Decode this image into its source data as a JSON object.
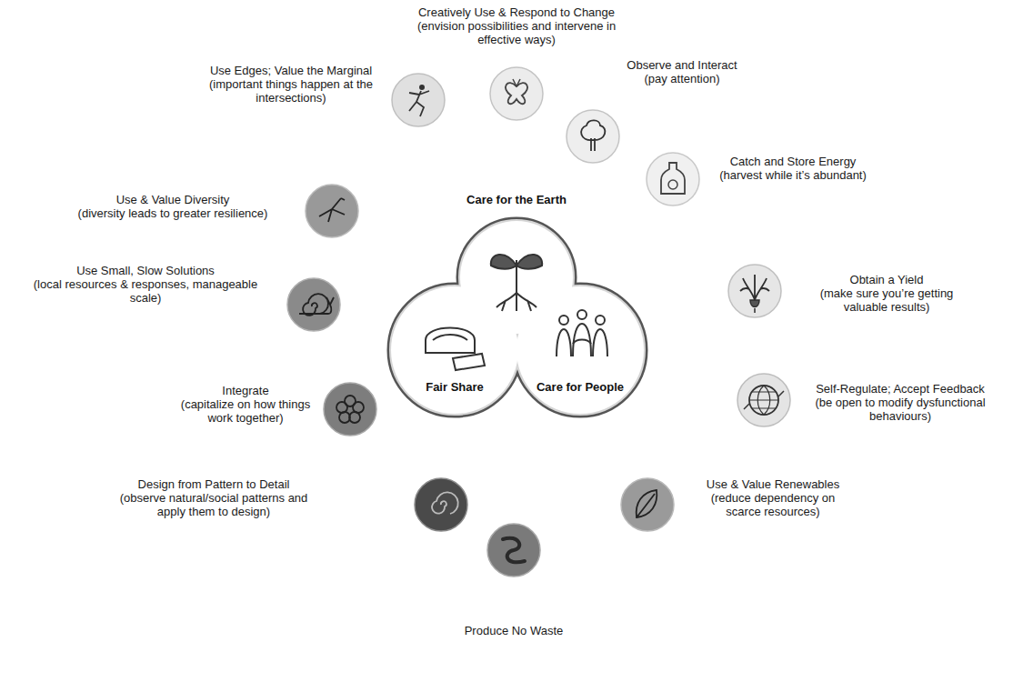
{
  "diagram": {
    "nodes": [
      {
        "text": [
          "Care for the Earth"
        ]
      },
      {
        "text": [
          "Fair Share"
        ]
      },
      {
        "text": [
          "Care for People"
        ]
      }
    ],
    "labels": [
      "Creatively Use & Respond to Change",
      "(envision possibilities and intervene in effective ways)",
      "Observe and Interact",
      "(pay attention)",
      "Catch and Store Energy",
      "(harvest while it’s abundant)",
      "Obtain a Yield",
      "(make sure you’re getting valuable results)",
      "Self-Regulate; Accept Feedback",
      "(be open to modify dysfunctional behaviours)",
      "Use & Value Renewables",
      "(reduce dependency on scarce resources)",
      "Produce No Waste",
      "Design from Pattern to Detail",
      "(observe natural/social patterns and apply them to design)",
      "Integrate",
      "(capitalize on how things work together)",
      "Use Small, Slow Solutions",
      "(local resources & responses, manageable scale)",
      "Use & Value Diversity",
      "(diversity leads to greater resilience)",
      "Use Edges; Value the Marginal",
      "(important things happen at the intersections)"
    ]
  }
}
